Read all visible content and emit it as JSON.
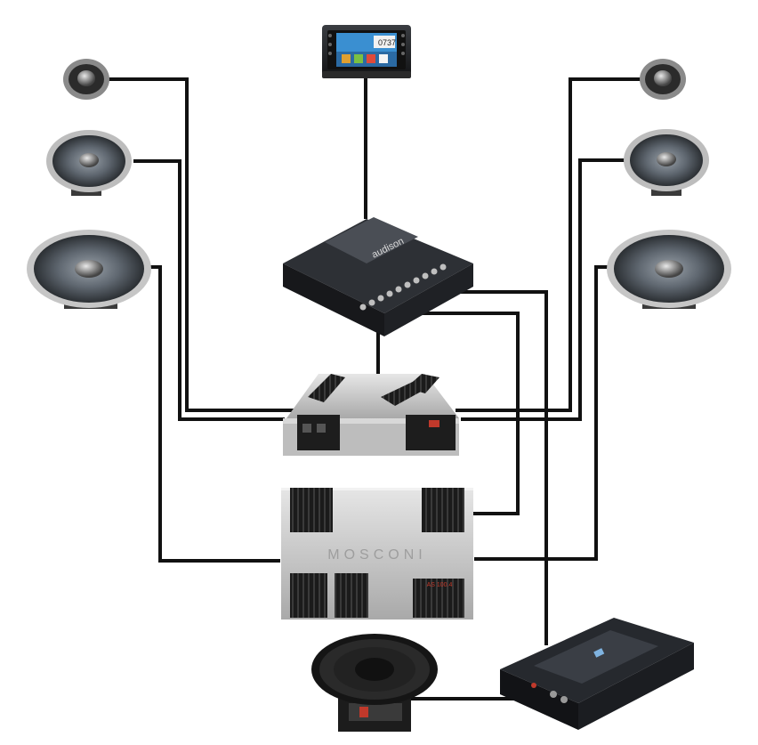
{
  "head_unit": {
    "clock_left": "07",
    "clock_right": "37"
  },
  "processor": {
    "brand": "audison"
  },
  "amp_main": {
    "brand": "MOSCONI",
    "model": "AS 100.4"
  },
  "colors": {
    "wire": "#111111",
    "metal": "#c8c8c8",
    "dark": "#1a1a1a",
    "accent_red": "#c0392b",
    "cone": "#5f6770"
  }
}
